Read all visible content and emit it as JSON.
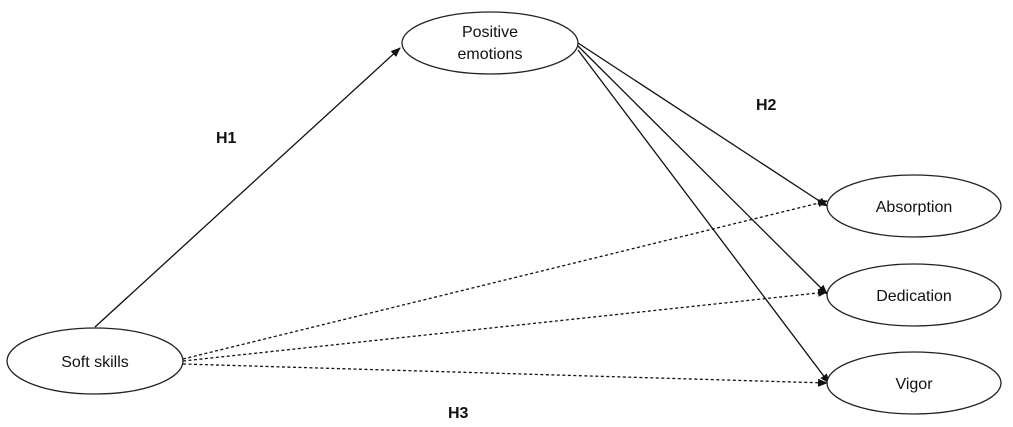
{
  "diagram": {
    "nodes": {
      "positive_emotions": {
        "line1": "Positive",
        "line2": "emotions"
      },
      "soft_skills": {
        "label": "Soft skills"
      },
      "absorption": {
        "label": "Absorption"
      },
      "dedication": {
        "label": "Dedication"
      },
      "vigor": {
        "label": "Vigor"
      }
    },
    "hypotheses": {
      "h1": "H1",
      "h2": "H2",
      "h3": "H3"
    },
    "edges": [
      {
        "from": "soft_skills",
        "to": "positive_emotions",
        "style": "solid",
        "hypothesis": "H1"
      },
      {
        "from": "positive_emotions",
        "to": "absorption",
        "style": "solid",
        "hypothesis": "H2"
      },
      {
        "from": "positive_emotions",
        "to": "dedication",
        "style": "solid",
        "hypothesis": "H2"
      },
      {
        "from": "positive_emotions",
        "to": "vigor",
        "style": "solid",
        "hypothesis": "H2"
      },
      {
        "from": "soft_skills",
        "to": "absorption",
        "style": "dashed",
        "hypothesis": "H3"
      },
      {
        "from": "soft_skills",
        "to": "dedication",
        "style": "dashed",
        "hypothesis": "H3"
      },
      {
        "from": "soft_skills",
        "to": "vigor",
        "style": "dashed",
        "hypothesis": "H3"
      }
    ],
    "colors": {
      "stroke": "#111111",
      "background": "#ffffff"
    }
  }
}
